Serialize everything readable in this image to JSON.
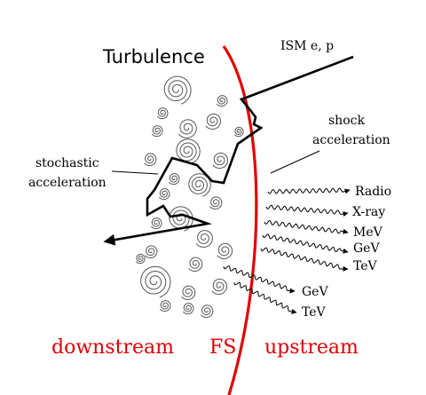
{
  "title": "Turbulence",
  "labels": {
    "ism": "ISM e, p",
    "shock_acceleration": [
      "shock",
      "acceleration"
    ],
    "stochastic_acceleration": [
      "stochastic",
      "acceleration"
    ],
    "downstream": "downstream",
    "fs": "FS",
    "upstream": "upstream"
  },
  "upstream_emission": [
    "Radio",
    "X-ray",
    "MeV",
    "GeV",
    "TeV"
  ],
  "downstream_emission": [
    "GeV",
    "TeV"
  ],
  "colors": {
    "shock_front": "#e00000",
    "region_labels": "#e00000",
    "ink": "#000000",
    "eddies": "#555555"
  }
}
